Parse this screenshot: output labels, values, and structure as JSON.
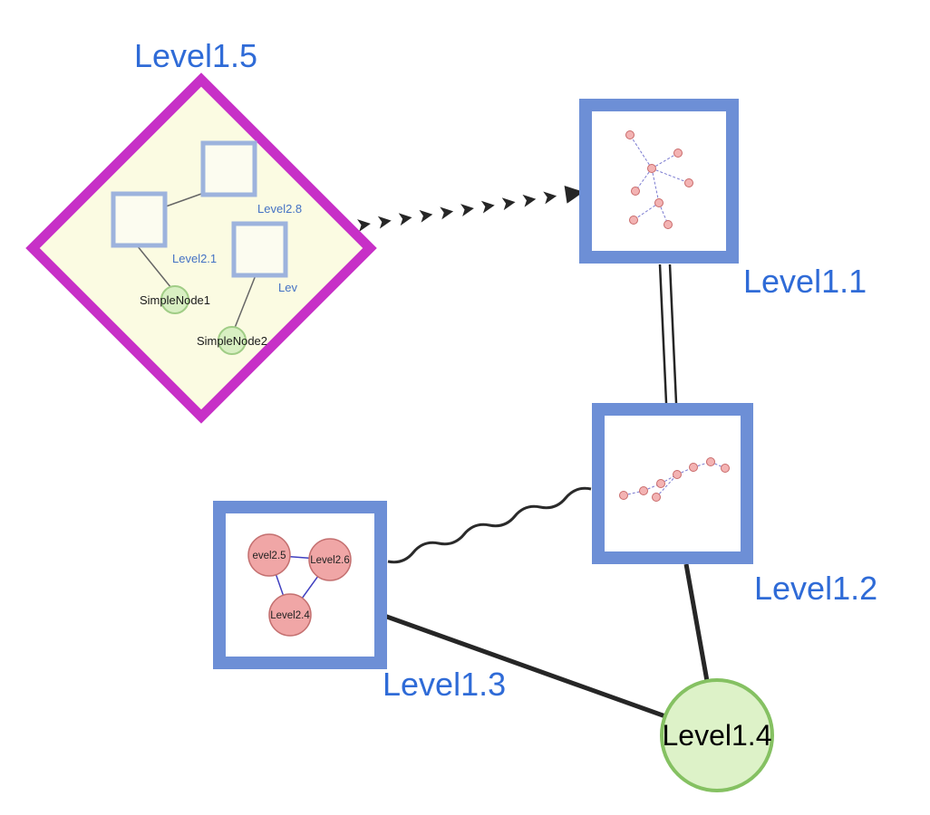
{
  "colors": {
    "label_blue": "#2f6bd7",
    "node_border_blue": "#6d8fd6",
    "diamond_border_magenta": "#c730c7",
    "diamond_fill_yellow": "#fbfbe2",
    "green_node_fill": "#ddf2c8",
    "green_node_border": "#85c162",
    "pink_node_fill": "#f0a6a6",
    "pink_node_border": "#c47070",
    "edge_black": "#262626",
    "inner_edge_blue": "#4040c0"
  },
  "nodes": {
    "level1_5": {
      "label": "Level1.5",
      "shape": "diamond"
    },
    "level1_1": {
      "label": "Level1.1",
      "shape": "square"
    },
    "level1_2": {
      "label": "Level1.2",
      "shape": "square"
    },
    "level1_3": {
      "label": "Level1.3",
      "shape": "square"
    },
    "level1_4": {
      "label": "Level1.4",
      "shape": "circle"
    },
    "level2_8": {
      "label": "Level2.8"
    },
    "level2_1": {
      "label": "Level2.1"
    },
    "level2_trunc": {
      "label": "Lev"
    },
    "simple_node_1": {
      "label": "SimpleNode1"
    },
    "simple_node_2": {
      "label": "SimpleNode2"
    },
    "level2_5": {
      "label": "evel2.5"
    },
    "level2_6": {
      "label": "Level2.6"
    },
    "level2_4": {
      "label": "Level2.4"
    }
  },
  "subgraphs": {
    "level1_1_inner": {
      "node_count": 8,
      "edge_style": "dashed-blue"
    },
    "level1_2_inner": {
      "node_count": 8,
      "edge_style": "dashed-blue"
    },
    "level1_3_inner": {
      "node_count": 3,
      "edge_style": "solid-blue"
    }
  },
  "edges": [
    {
      "from": "Level1.5",
      "to": "Level1.1",
      "style": "bold-dashed-arrow"
    },
    {
      "from": "Level1.1",
      "to": "Level1.2",
      "style": "double-parallel"
    },
    {
      "from": "Level1.3",
      "to": "Level1.2",
      "style": "wavy"
    },
    {
      "from": "Level1.3",
      "to": "Level1.4",
      "style": "solid"
    },
    {
      "from": "Level1.2",
      "to": "Level1.4",
      "style": "solid"
    },
    {
      "from": "Level2.8",
      "to": "Level2.1",
      "style": "thin"
    },
    {
      "from": "Level2.1",
      "to": "SimpleNode1",
      "style": "thin"
    },
    {
      "from": "Lev",
      "to": "SimpleNode2",
      "style": "thin"
    },
    {
      "from": "evel2.5",
      "to": "Level2.6",
      "style": "thin-blue"
    },
    {
      "from": "evel2.5",
      "to": "Level2.4",
      "style": "thin-blue"
    },
    {
      "from": "Level2.6",
      "to": "Level2.4",
      "style": "thin-blue"
    }
  ]
}
